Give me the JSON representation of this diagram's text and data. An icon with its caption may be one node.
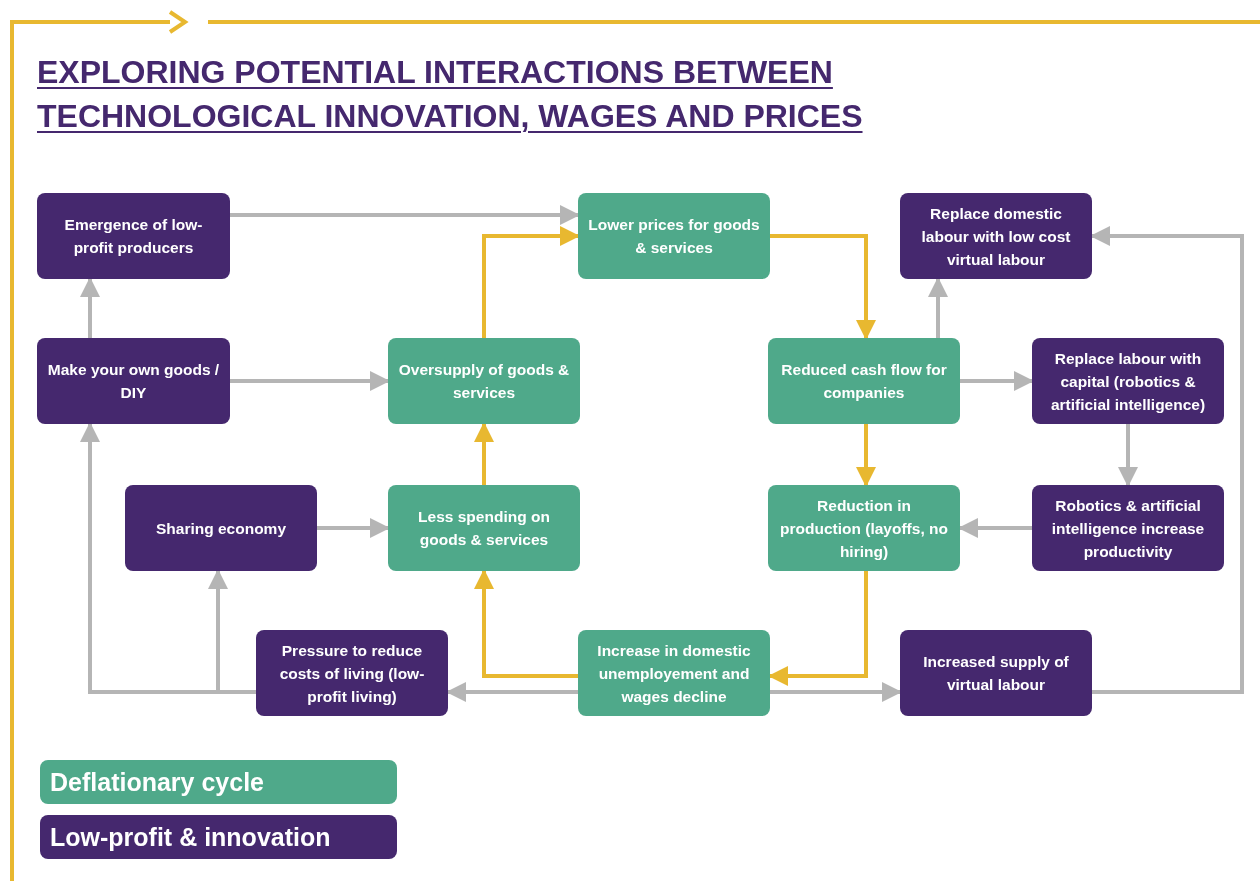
{
  "diagram": {
    "title": "EXPLORING POTENTIAL INTERACTIONS BETWEEN TECHNOLOGICAL INNOVATION, WAGES AND PRICES",
    "nodes": [
      {
        "text": [
          "Emergence of low-profit producers"
        ]
      },
      {
        "text": [
          "Lower prices for goods & services"
        ]
      },
      {
        "text": [
          "Replace domestic labour with low cost virtual labour"
        ]
      },
      {
        "text": [
          "Make your own goods / DIY"
        ]
      },
      {
        "text": [
          "Oversupply of goods & services"
        ]
      },
      {
        "text": [
          "Reduced cash flow for companies"
        ]
      },
      {
        "text": [
          "Replace labour with capital (robotics & artificial intelligence)"
        ]
      },
      {
        "text": [
          "Sharing economy"
        ]
      },
      {
        "text": [
          "Less spending on goods & services"
        ]
      },
      {
        "text": [
          "Reduction in production (layoffs, no hiring)"
        ]
      },
      {
        "text": [
          "Robotics & artificial intelligence increase productivity"
        ]
      },
      {
        "text": [
          "Pressure to reduce costs of living (low-profit living)"
        ]
      },
      {
        "text": [
          "Increase in domestic unemployement and wages decline"
        ]
      },
      {
        "text": [
          "Increased supply of virtual labour"
        ]
      }
    ],
    "edges": [
      {
        "from": 0,
        "to": 1,
        "arrow": "to"
      },
      {
        "from": 3,
        "to": 0,
        "arrow": "to"
      },
      {
        "from": 3,
        "to": 4,
        "arrow": "to"
      },
      {
        "from": 4,
        "to": 1,
        "arrow": "to",
        "color": "#e8b830"
      },
      {
        "from": 8,
        "to": 4,
        "arrow": "to",
        "color": "#e8b830"
      },
      {
        "from": 7,
        "to": 8,
        "arrow": "to"
      },
      {
        "from": 1,
        "to": 5,
        "arrow": "to",
        "color": "#e8b830"
      },
      {
        "from": 5,
        "to": 2,
        "arrow": "to"
      },
      {
        "from": 5,
        "to": 6,
        "arrow": "to"
      },
      {
        "from": 5,
        "to": 9,
        "arrow": "to",
        "color": "#e8b830"
      },
      {
        "from": 6,
        "to": 10,
        "arrow": "to"
      },
      {
        "from": 10,
        "to": 9,
        "arrow": "to"
      },
      {
        "from": 9,
        "to": 12,
        "arrow": "to",
        "color": "#e8b830"
      },
      {
        "from": 12,
        "to": 8,
        "arrow": "to",
        "color": "#e8b830"
      },
      {
        "from": 12,
        "to": 11,
        "arrow": "to"
      },
      {
        "from": 12,
        "to": 13,
        "arrow": "to"
      },
      {
        "from": 11,
        "to": 7,
        "arrow": "to"
      },
      {
        "from": 11,
        "to": 3,
        "arrow": "to"
      },
      {
        "from": 13,
        "to": 2,
        "arrow": "to"
      }
    ],
    "legend": [
      {
        "text": "Deflationary cycle",
        "color": "#4fa98a"
      },
      {
        "text": "Low-profit & innovation",
        "color": "#45286e"
      }
    ]
  }
}
